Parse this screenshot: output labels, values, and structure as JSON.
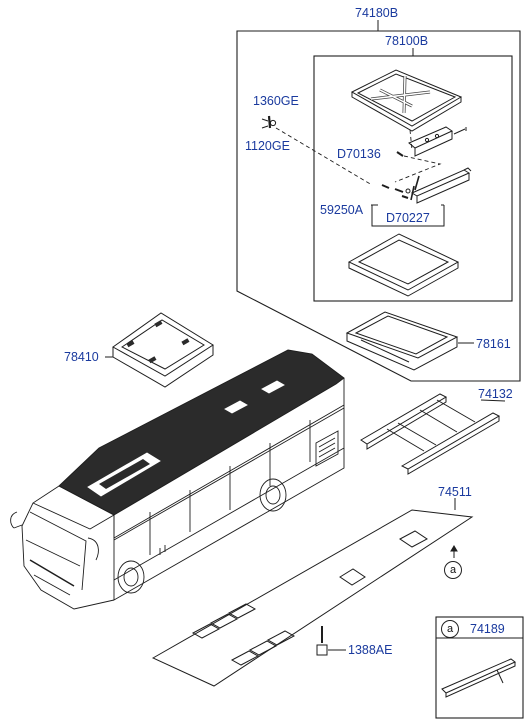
{
  "parts": {
    "p74180B": "74180B",
    "p78100B": "78100B",
    "p1360GE": "1360GE",
    "p1120GE": "1120GE",
    "pD70136": "D70136",
    "p59250A": "59250A",
    "pD70227": "D70227",
    "p78161": "78161",
    "p78410": "78410",
    "p74132": "74132",
    "p74511": "74511",
    "p1388AE": "1388AE",
    "p74189": "74189"
  },
  "ref_marker": "a",
  "colors": {
    "label": "#1a3a9e",
    "line": "#1e1e1e",
    "roof": "#2b2b2b"
  }
}
